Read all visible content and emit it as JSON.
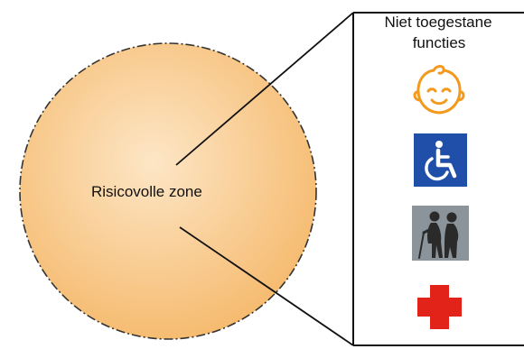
{
  "zone": {
    "label": "Risicovolle zone",
    "fill_center": "#fde2bd",
    "fill_edge": "#f6bd74",
    "border_color": "#333333"
  },
  "panel": {
    "title_line1": "Niet toegestane",
    "title_line2": "functies",
    "border_color": "#111111",
    "icons": [
      {
        "name": "baby-face-icon",
        "color": "#f39a1e"
      },
      {
        "name": "wheelchair-icon",
        "color": "#1f4fa8"
      },
      {
        "name": "elderly-couple-icon",
        "color": "#8a949a"
      },
      {
        "name": "red-cross-icon",
        "color": "#e2231a"
      }
    ]
  }
}
